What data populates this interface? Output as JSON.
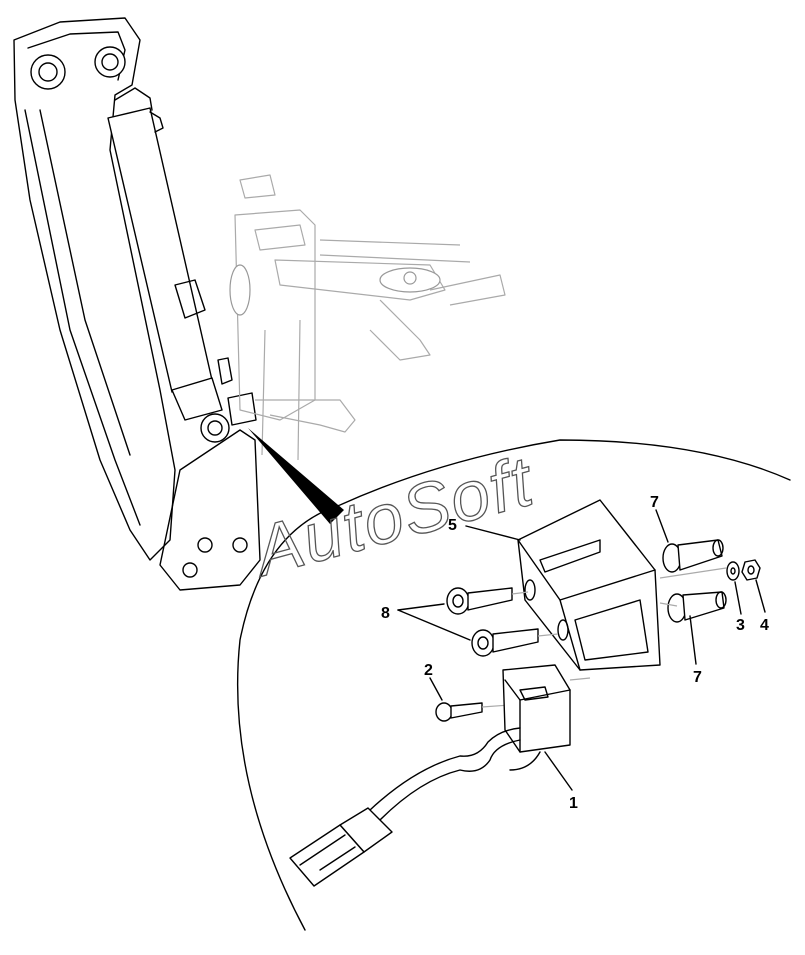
{
  "callouts": {
    "c1": "1",
    "c2": "2",
    "c3": "3",
    "c4": "4",
    "c5": "5",
    "c7a": "7",
    "c7b": "7",
    "c8": "8"
  },
  "watermark": "AutoSoft"
}
